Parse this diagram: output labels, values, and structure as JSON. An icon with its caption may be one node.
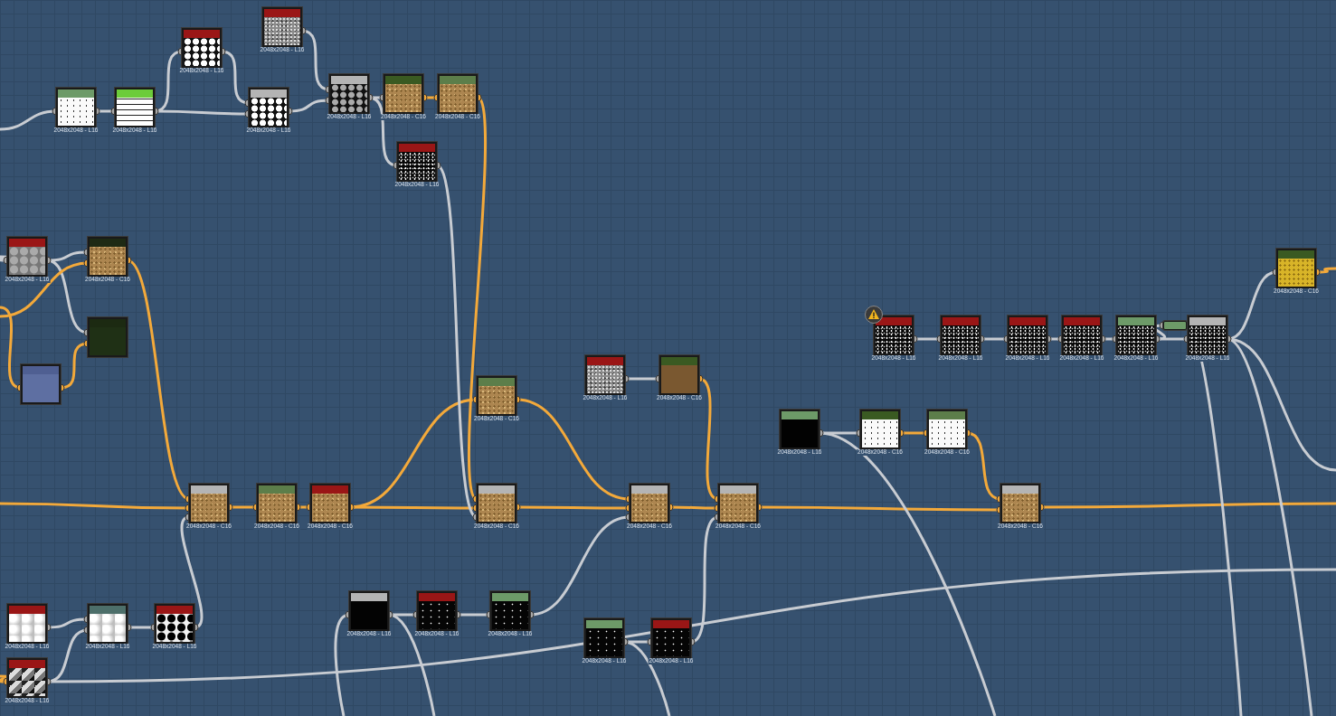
{
  "diagram": {
    "nodes": [
      {
        "text": [],
        "shape": "box",
        "beside": [
          "2048x2048 - L16"
        ]
      },
      {
        "text": [],
        "shape": "box",
        "beside": [
          "2048x2048 - L16"
        ]
      },
      {
        "text": [],
        "shape": "box",
        "beside": [
          "2048x2048 - L16"
        ]
      },
      {
        "text": [],
        "shape": "box",
        "beside": [
          "2048x2048 - L16"
        ]
      },
      {
        "text": [],
        "shape": "box",
        "beside": [
          "2048x2048 - L16"
        ]
      },
      {
        "text": [],
        "shape": "box",
        "beside": [
          "2048x2048 - L16"
        ]
      },
      {
        "text": [],
        "shape": "box",
        "beside": [
          "2048x2048 - C16"
        ]
      },
      {
        "text": [],
        "shape": "box",
        "beside": [
          "2048x2048 - C16"
        ]
      },
      {
        "text": [],
        "shape": "box",
        "beside": [
          "2048x2048 - L16"
        ]
      },
      {
        "text": [],
        "shape": "box",
        "beside": [
          "2048x2048 - L16"
        ]
      },
      {
        "text": [],
        "shape": "box",
        "beside": [
          "2048x2048 - C16"
        ]
      },
      {
        "text": [],
        "shape": "box"
      },
      {
        "text": [],
        "shape": "box"
      },
      {
        "text": [],
        "shape": "box",
        "beside": [
          "2048x2048 - C16"
        ]
      },
      {
        "text": [],
        "shape": "box",
        "beside": [
          "2048x2048 - C16"
        ]
      },
      {
        "text": [],
        "shape": "box",
        "beside": [
          "2048x2048 - C16"
        ]
      },
      {
        "text": [],
        "shape": "box",
        "beside": [
          "2048x2048 - C16"
        ]
      },
      {
        "text": [],
        "shape": "box",
        "beside": [
          "2048x2048 - C16"
        ]
      },
      {
        "text": [],
        "shape": "box",
        "beside": [
          "2048x2048 - L16"
        ]
      },
      {
        "text": [],
        "shape": "box",
        "beside": [
          "2048x2048 - C16"
        ]
      },
      {
        "text": [],
        "shape": "box",
        "beside": [
          "2048x2048 - C16"
        ]
      },
      {
        "text": [],
        "shape": "box",
        "beside": [
          "2048x2048 - C16"
        ]
      },
      {
        "text": [],
        "shape": "box",
        "beside": [
          "2048x2048 - L16"
        ]
      },
      {
        "text": [],
        "shape": "box",
        "beside": [
          "2048x2048 - C16"
        ]
      },
      {
        "text": [],
        "shape": "box",
        "beside": [
          "2048x2048 - C16"
        ]
      },
      {
        "text": [],
        "shape": "box",
        "beside": [
          "2048x2048 - C16"
        ]
      },
      {
        "text": [],
        "shape": "box",
        "beside": [
          "2048x2048 - L16"
        ]
      },
      {
        "text": [],
        "shape": "box",
        "beside": [
          "2048x2048 - L16"
        ]
      },
      {
        "text": [],
        "shape": "box",
        "beside": [
          "2048x2048 - L16"
        ]
      },
      {
        "text": [],
        "shape": "box",
        "beside": [
          "2048x2048 - L16"
        ]
      },
      {
        "text": [],
        "shape": "box",
        "beside": [
          "2048x2048 - L16"
        ]
      },
      {
        "text": [],
        "shape": "bar"
      },
      {
        "text": [],
        "shape": "box",
        "beside": [
          "2048x2048 - L16"
        ]
      },
      {
        "text": [],
        "shape": "box",
        "beside": [
          "2048x2048 - C16"
        ]
      },
      {
        "text": [],
        "shape": "box",
        "beside": [
          "2048x2048 - L16"
        ]
      },
      {
        "text": [],
        "shape": "box",
        "beside": [
          "2048x2048 - L16"
        ]
      },
      {
        "text": [],
        "shape": "box",
        "beside": [
          "2048x2048 - L16"
        ]
      },
      {
        "text": [],
        "shape": "box",
        "beside": [
          "2048x2048 - L16"
        ]
      },
      {
        "text": [],
        "shape": "box",
        "beside": [
          "2048x2048 - L16"
        ]
      },
      {
        "text": [],
        "shape": "box",
        "beside": [
          "2048x2048 - L16"
        ]
      },
      {
        "text": [],
        "shape": "box",
        "beside": [
          "2048x2048 - L16"
        ]
      },
      {
        "text": [],
        "shape": "box",
        "beside": [
          "2048x2048 - L16"
        ]
      },
      {
        "text": [],
        "shape": "box",
        "beside": [
          "2048x2048 - L16"
        ]
      }
    ],
    "edges": [
      {
        "from": null,
        "to": 0,
        "arrow": "other"
      },
      {
        "from": 0,
        "to": 1,
        "arrow": "other"
      },
      {
        "from": 1,
        "to": 2,
        "arrow": "other"
      },
      {
        "from": 2,
        "to": 4,
        "arrow": "other"
      },
      {
        "from": 1,
        "to": 4,
        "arrow": "other"
      },
      {
        "from": 3,
        "to": 5,
        "arrow": "other"
      },
      {
        "from": 4,
        "to": 5,
        "arrow": "other"
      },
      {
        "from": 5,
        "to": 6,
        "arrow": "other"
      },
      {
        "from": 6,
        "to": 7,
        "arrow": "other",
        "color": "#f3a93a"
      },
      {
        "from": 5,
        "to": 8,
        "arrow": "other"
      },
      {
        "from": null,
        "to": 9,
        "arrow": "other"
      },
      {
        "from": 9,
        "to": 10,
        "arrow": "other"
      },
      {
        "from": 9,
        "to": 11,
        "arrow": "other"
      },
      {
        "from": null,
        "to": 10,
        "arrow": "other",
        "color": "#f3a93a"
      },
      {
        "from": null,
        "to": 12,
        "arrow": "other",
        "color": "#f3a93a"
      },
      {
        "from": 12,
        "to": 11,
        "arrow": "other",
        "color": "#f3a93a"
      },
      {
        "from": 10,
        "to": 13,
        "arrow": "other",
        "color": "#f3a93a"
      },
      {
        "from": null,
        "to": 13,
        "arrow": "other",
        "color": "#f3a93a"
      },
      {
        "from": 36,
        "to": 13,
        "arrow": "other"
      },
      {
        "from": 13,
        "to": 14,
        "arrow": "other",
        "color": "#f3a93a"
      },
      {
        "from": 14,
        "to": 15,
        "arrow": "other",
        "color": "#f3a93a"
      },
      {
        "from": 15,
        "to": 16,
        "arrow": "other",
        "color": "#f3a93a"
      },
      {
        "from": 7,
        "to": 17,
        "arrow": "other",
        "color": "#f3a93a"
      },
      {
        "from": 15,
        "to": 17,
        "arrow": "other",
        "color": "#f3a93a"
      },
      {
        "from": 8,
        "to": 17,
        "arrow": "other"
      },
      {
        "from": 16,
        "to": 20,
        "arrow": "other",
        "color": "#f3a93a"
      },
      {
        "from": 17,
        "to": 20,
        "arrow": "other",
        "color": "#f3a93a"
      },
      {
        "from": 40,
        "to": 20,
        "arrow": "other"
      },
      {
        "from": 18,
        "to": 19,
        "arrow": "other"
      },
      {
        "from": 19,
        "to": 21,
        "arrow": "other",
        "color": "#f3a93a"
      },
      {
        "from": 20,
        "to": 21,
        "arrow": "other",
        "color": "#f3a93a"
      },
      {
        "from": 42,
        "to": 21,
        "arrow": "other"
      },
      {
        "from": 22,
        "to": 23,
        "arrow": "other"
      },
      {
        "from": 23,
        "to": 24,
        "arrow": "other",
        "color": "#f3a93a"
      },
      {
        "from": 24,
        "to": 25,
        "arrow": "other",
        "color": "#f3a93a"
      },
      {
        "from": 21,
        "to": 25,
        "arrow": "other",
        "color": "#f3a93a"
      },
      {
        "from": 25,
        "to": null,
        "arrow": "other",
        "color": "#f3a93a"
      },
      {
        "from": 26,
        "to": 27,
        "arrow": "other"
      },
      {
        "from": 27,
        "to": 28,
        "arrow": "other"
      },
      {
        "from": 28,
        "to": 29,
        "arrow": "other"
      },
      {
        "from": 29,
        "to": 30,
        "arrow": "other"
      },
      {
        "from": 30,
        "to": 31,
        "arrow": "other"
      },
      {
        "from": 30,
        "to": 32,
        "arrow": "other"
      },
      {
        "from": 31,
        "to": null,
        "arrow": "other"
      },
      {
        "from": 32,
        "to": 33,
        "arrow": "other"
      },
      {
        "from": 33,
        "to": null,
        "arrow": "other",
        "color": "#f3a93a"
      },
      {
        "from": 32,
        "to": null,
        "arrow": "other"
      },
      {
        "from": 32,
        "to": null,
        "arrow": "other"
      },
      {
        "from": 34,
        "to": 35,
        "arrow": "other"
      },
      {
        "from": 37,
        "to": 35,
        "arrow": "other"
      },
      {
        "from": 35,
        "to": 36,
        "arrow": "other"
      },
      {
        "from": null,
        "to": 37,
        "arrow": "other",
        "color": "#f3a93a"
      },
      {
        "from": 37,
        "to": null,
        "arrow": "other"
      },
      {
        "from": null,
        "to": 38,
        "arrow": "other"
      },
      {
        "from": 38,
        "to": null,
        "arrow": "other"
      },
      {
        "from": 38,
        "to": 39,
        "arrow": "other"
      },
      {
        "from": 39,
        "to": 40,
        "arrow": "other"
      },
      {
        "from": 41,
        "to": 42,
        "arrow": "other"
      },
      {
        "from": 22,
        "to": null,
        "arrow": "other"
      },
      {
        "from": 41,
        "to": null,
        "arrow": "other"
      }
    ]
  }
}
